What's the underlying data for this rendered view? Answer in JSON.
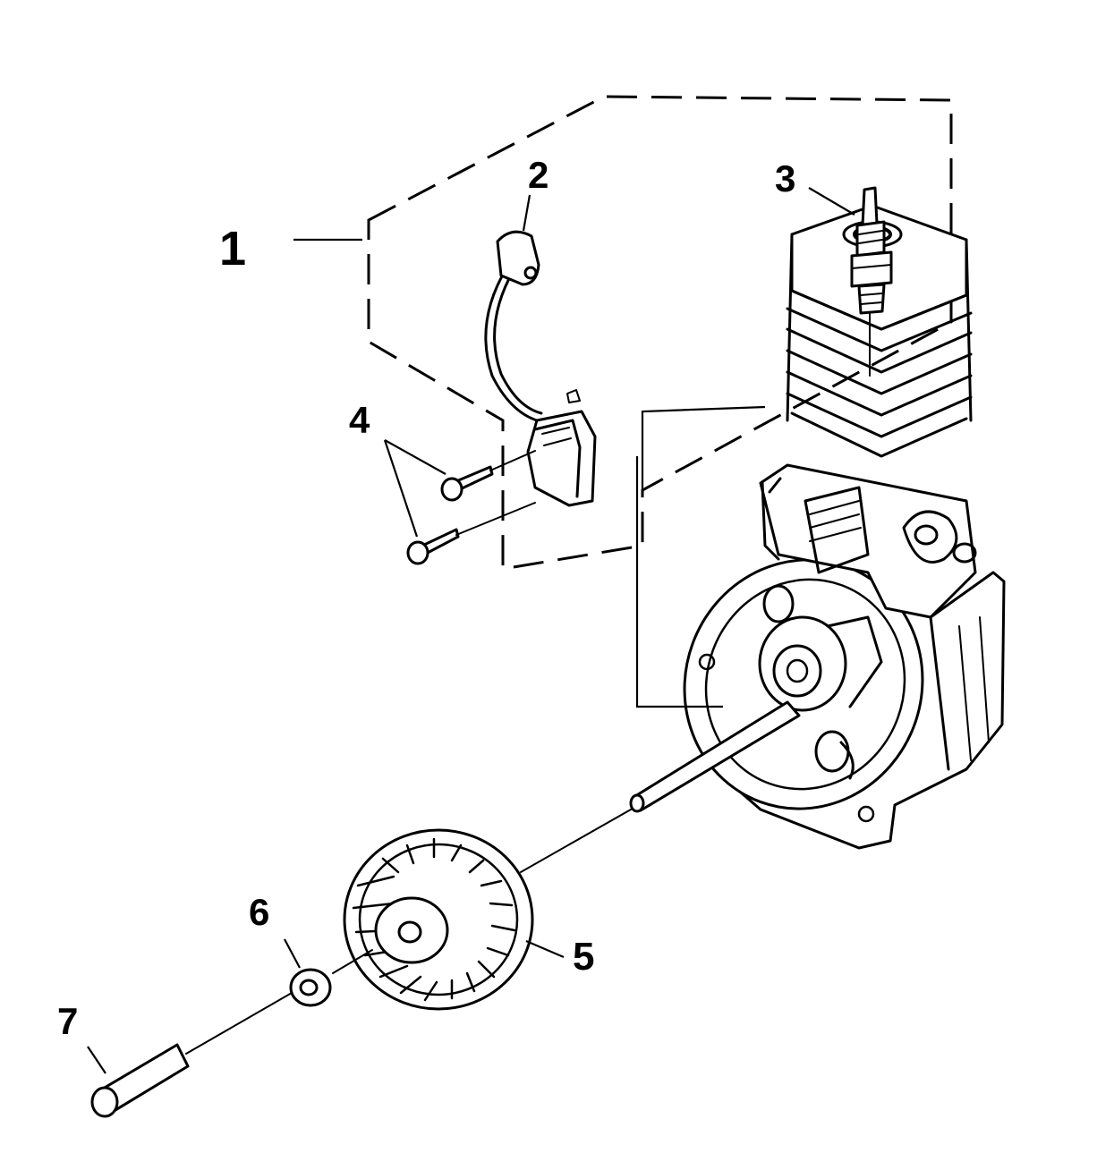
{
  "callouts": {
    "c1": "1",
    "c2": "2",
    "c3": "3",
    "c4": "4",
    "c5": "5",
    "c6": "6",
    "c7": "7"
  },
  "parts": [
    {
      "callout": "1",
      "icon": "ignition-module-assembly-boundary"
    },
    {
      "callout": "2",
      "icon": "spark-plug-boot-icon"
    },
    {
      "callout": "3",
      "icon": "spark-plug-icon"
    },
    {
      "callout": "4",
      "icon": "screw-icon"
    },
    {
      "callout": "5",
      "icon": "flywheel-icon"
    },
    {
      "callout": "6",
      "icon": "washer-icon"
    },
    {
      "callout": "7",
      "icon": "nut-sleeve-icon"
    }
  ],
  "colors": {
    "ink": "#000000",
    "paper": "#ffffff"
  }
}
